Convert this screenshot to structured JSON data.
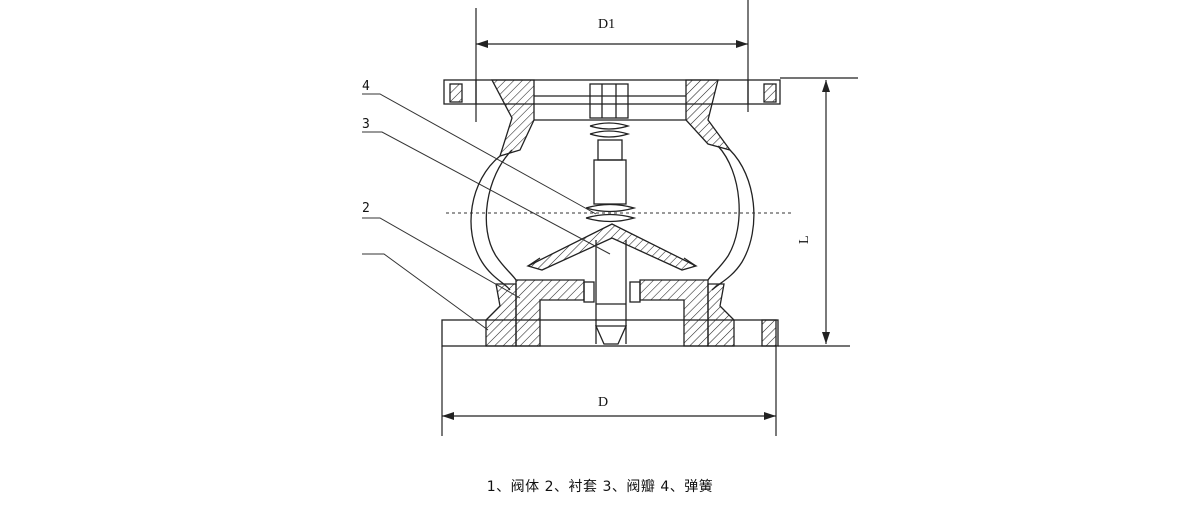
{
  "dimensions": {
    "d1": "D1",
    "d": "D",
    "l": "L"
  },
  "callouts": {
    "c4": "4",
    "c3": "3",
    "c2": "2"
  },
  "caption": "1、阀体  2、衬套  3、阀瓣   4、弹簧"
}
